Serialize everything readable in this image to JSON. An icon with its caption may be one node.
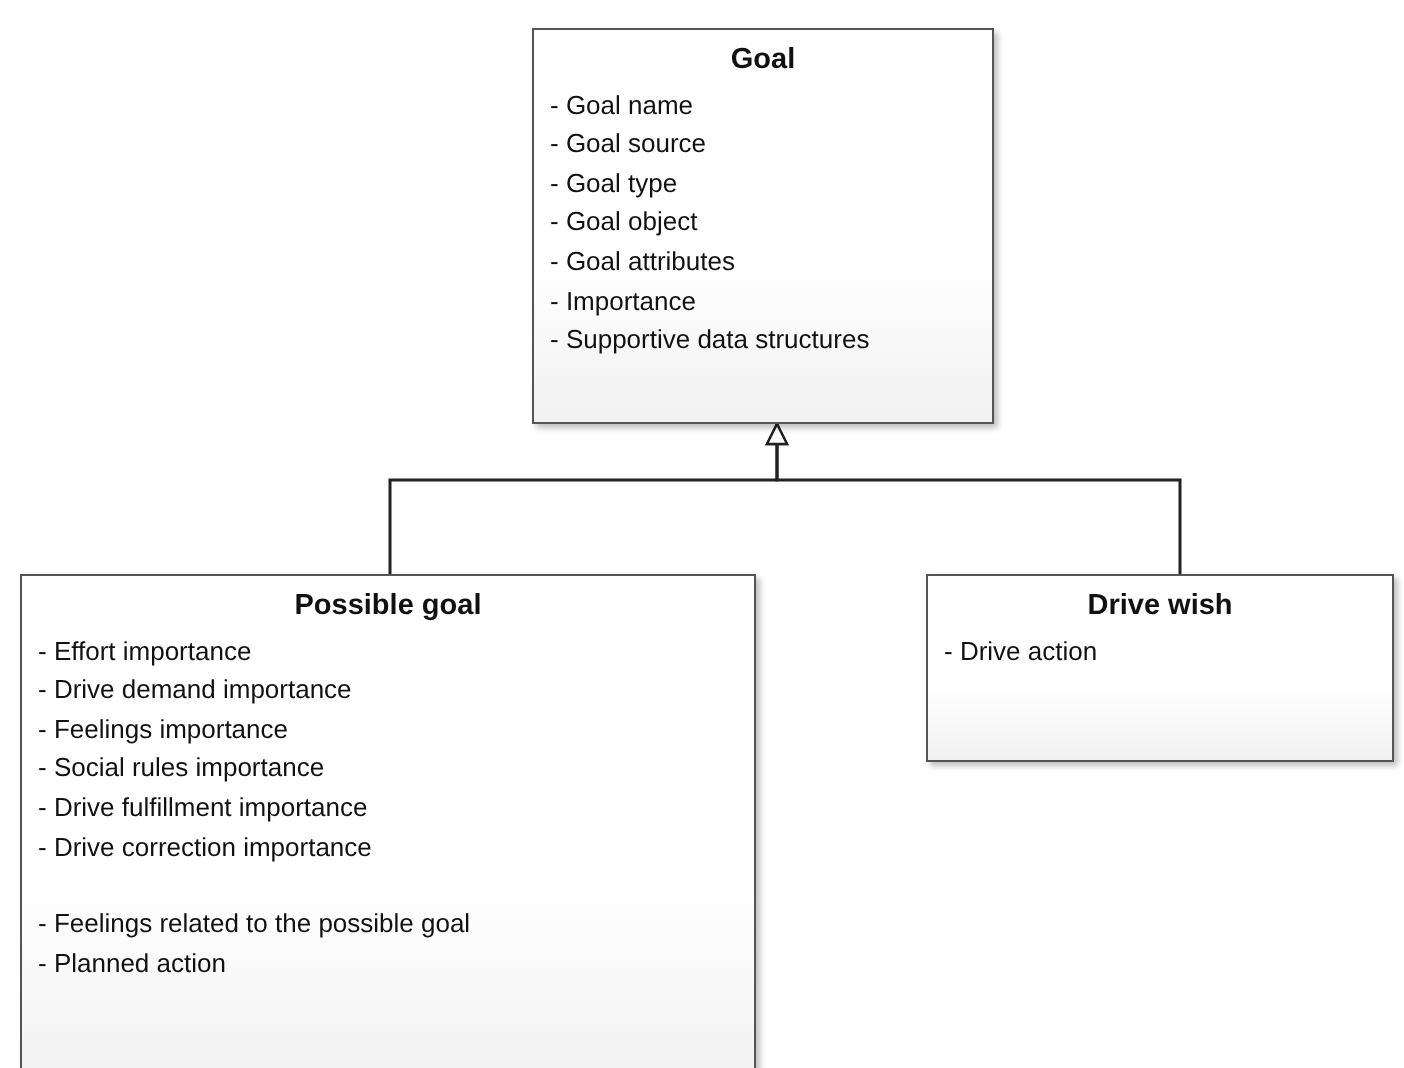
{
  "diagram": {
    "nodes": [
      {
        "text": [
          "Goal",
          "- Goal name",
          "- Goal source",
          "- Goal type",
          "- Goal object",
          "- Goal attributes",
          "- Importance",
          "- Supportive data structures"
        ]
      },
      {
        "text": [
          "Possible goal",
          "- Effort importance",
          "- Drive demand importance",
          "- Feelings importance",
          "- Social rules importance",
          "- Drive fulfillment importance",
          "- Drive correction importance",
          "- Feelings related to the possible goal",
          "- Planned action"
        ]
      },
      {
        "text": [
          "Drive wish",
          "- Drive action"
        ]
      }
    ],
    "edges": [
      {
        "from": 1,
        "to": 0,
        "arrow": "to"
      },
      {
        "from": 2,
        "to": 0,
        "arrow": "to"
      }
    ]
  }
}
